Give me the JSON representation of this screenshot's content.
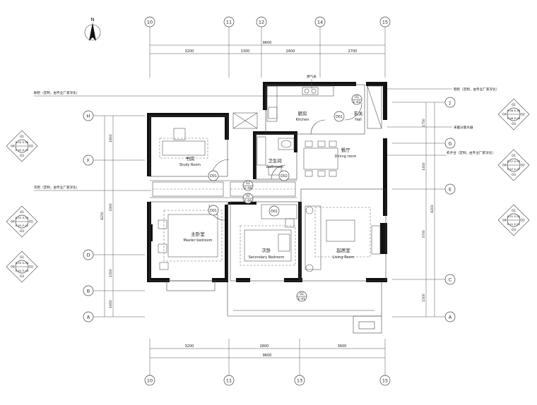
{
  "north_label": "N",
  "grid_top": [
    "10",
    "11",
    "12",
    "14",
    "15"
  ],
  "grid_bottom": [
    "10",
    "11",
    "13",
    "15"
  ],
  "grid_left": [
    "H",
    "F",
    "D",
    "B",
    "A"
  ],
  "grid_right": [
    "J",
    "G",
    "E",
    "C",
    "A"
  ],
  "dims_top": {
    "segments": [
      "3200",
      "1300",
      "2400",
      "2700"
    ],
    "total": "9600"
  },
  "dims_bottom": {
    "segments": [
      "3200",
      "2800",
      "3600"
    ],
    "total": "9600"
  },
  "dims_left": {
    "segments": [
      "1800",
      "3300",
      "1500",
      "1650"
    ],
    "total": "8250"
  },
  "dims_right": {
    "segments": [
      "1750",
      "1400",
      "3700",
      "1500"
    ],
    "total": "8200"
  },
  "rooms": {
    "kitchen": {
      "cn": "厨房",
      "en": "Kitchen"
    },
    "hall": {
      "cn": "玄关",
      "en": "Hall"
    },
    "study": {
      "cn": "书房",
      "en": "Study Room"
    },
    "bathroom": {
      "cn": "卫生间",
      "en": "Bathroom"
    },
    "dining": {
      "cn": "餐厅",
      "en": "Dining room"
    },
    "master": {
      "cn": "主卧室",
      "en": "Master bedroom"
    },
    "secondary": {
      "cn": "次卧",
      "en": "Secondary Bedroom"
    },
    "living": {
      "cn": "起居室",
      "en": "Living Room"
    }
  },
  "door_tags": [
    "D01",
    "D01",
    "D02",
    "D01",
    "D01"
  ],
  "section_marks": [
    {
      "top": "01",
      "bottom": "E-08"
    },
    {
      "top": "02",
      "bottom": "E-06"
    },
    {
      "top": "02",
      "bottom": "E-01"
    },
    {
      "top": "01",
      "bottom": "E-02"
    }
  ],
  "annotations": {
    "cabinet": "橱柜（定制，由专业厂家深化）",
    "wardrobe": "衣柜（定制，由专业厂家深化）",
    "gas_meter": "燃气表",
    "shoe_cabinet": "鞋柜（定制，由专业厂家深化）",
    "water_heater": "采暖分集水器",
    "washer": "机手台（定制，由专业厂家深化）"
  },
  "index_left": [
    {
      "n": "01",
      "w": "04",
      "e": "02",
      "s": "03",
      "tl": "E-05",
      "tr": "E-05",
      "bl": "E-05",
      "br": "E-05"
    },
    {
      "n": "01",
      "w": "04",
      "e": "02",
      "s": "03",
      "tl": "E-03",
      "tr": "E-03",
      "bl": "E-03",
      "br": "E-03"
    },
    {
      "n": "01",
      "w": "04",
      "e": "02",
      "s": "03",
      "tl": "E-04",
      "tr": "E-04",
      "bl": "E-04",
      "br": "E-04"
    }
  ],
  "index_right": [
    {
      "n": "01",
      "w": "04",
      "e": "02",
      "s": "03",
      "tl": "E-06",
      "tr": "E-06",
      "bl": "E-06",
      "br": "E-06"
    },
    {
      "n": "01",
      "w": "04",
      "e": "02",
      "s": "03",
      "tl": "E-07",
      "tr": "E-07",
      "bl": "E-07",
      "br": "E-07"
    },
    {
      "n": "01",
      "w": "04",
      "e": "02",
      "s": "03",
      "tl": "E-01",
      "tr": "E-01",
      "bl": "E-01",
      "br": "E-01"
    }
  ]
}
